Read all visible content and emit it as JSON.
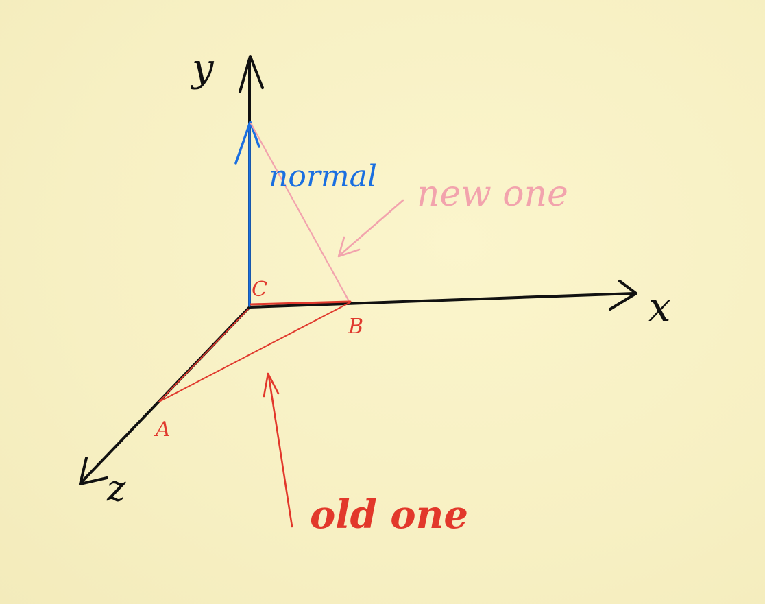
{
  "axes": {
    "y": "y",
    "x": "x",
    "z": "z"
  },
  "points": {
    "a": "A",
    "b": "B",
    "c": "C"
  },
  "annotations": {
    "normal": "normal",
    "new_one": "new one",
    "old_one": "old one"
  },
  "colors": {
    "background": "#f8f2c6",
    "axis": "#111111",
    "normal": "#1a6fe0",
    "old_triangle": "#e03a2e",
    "new_triangle": "#f2a3ad",
    "old_label": "#e2382b"
  }
}
